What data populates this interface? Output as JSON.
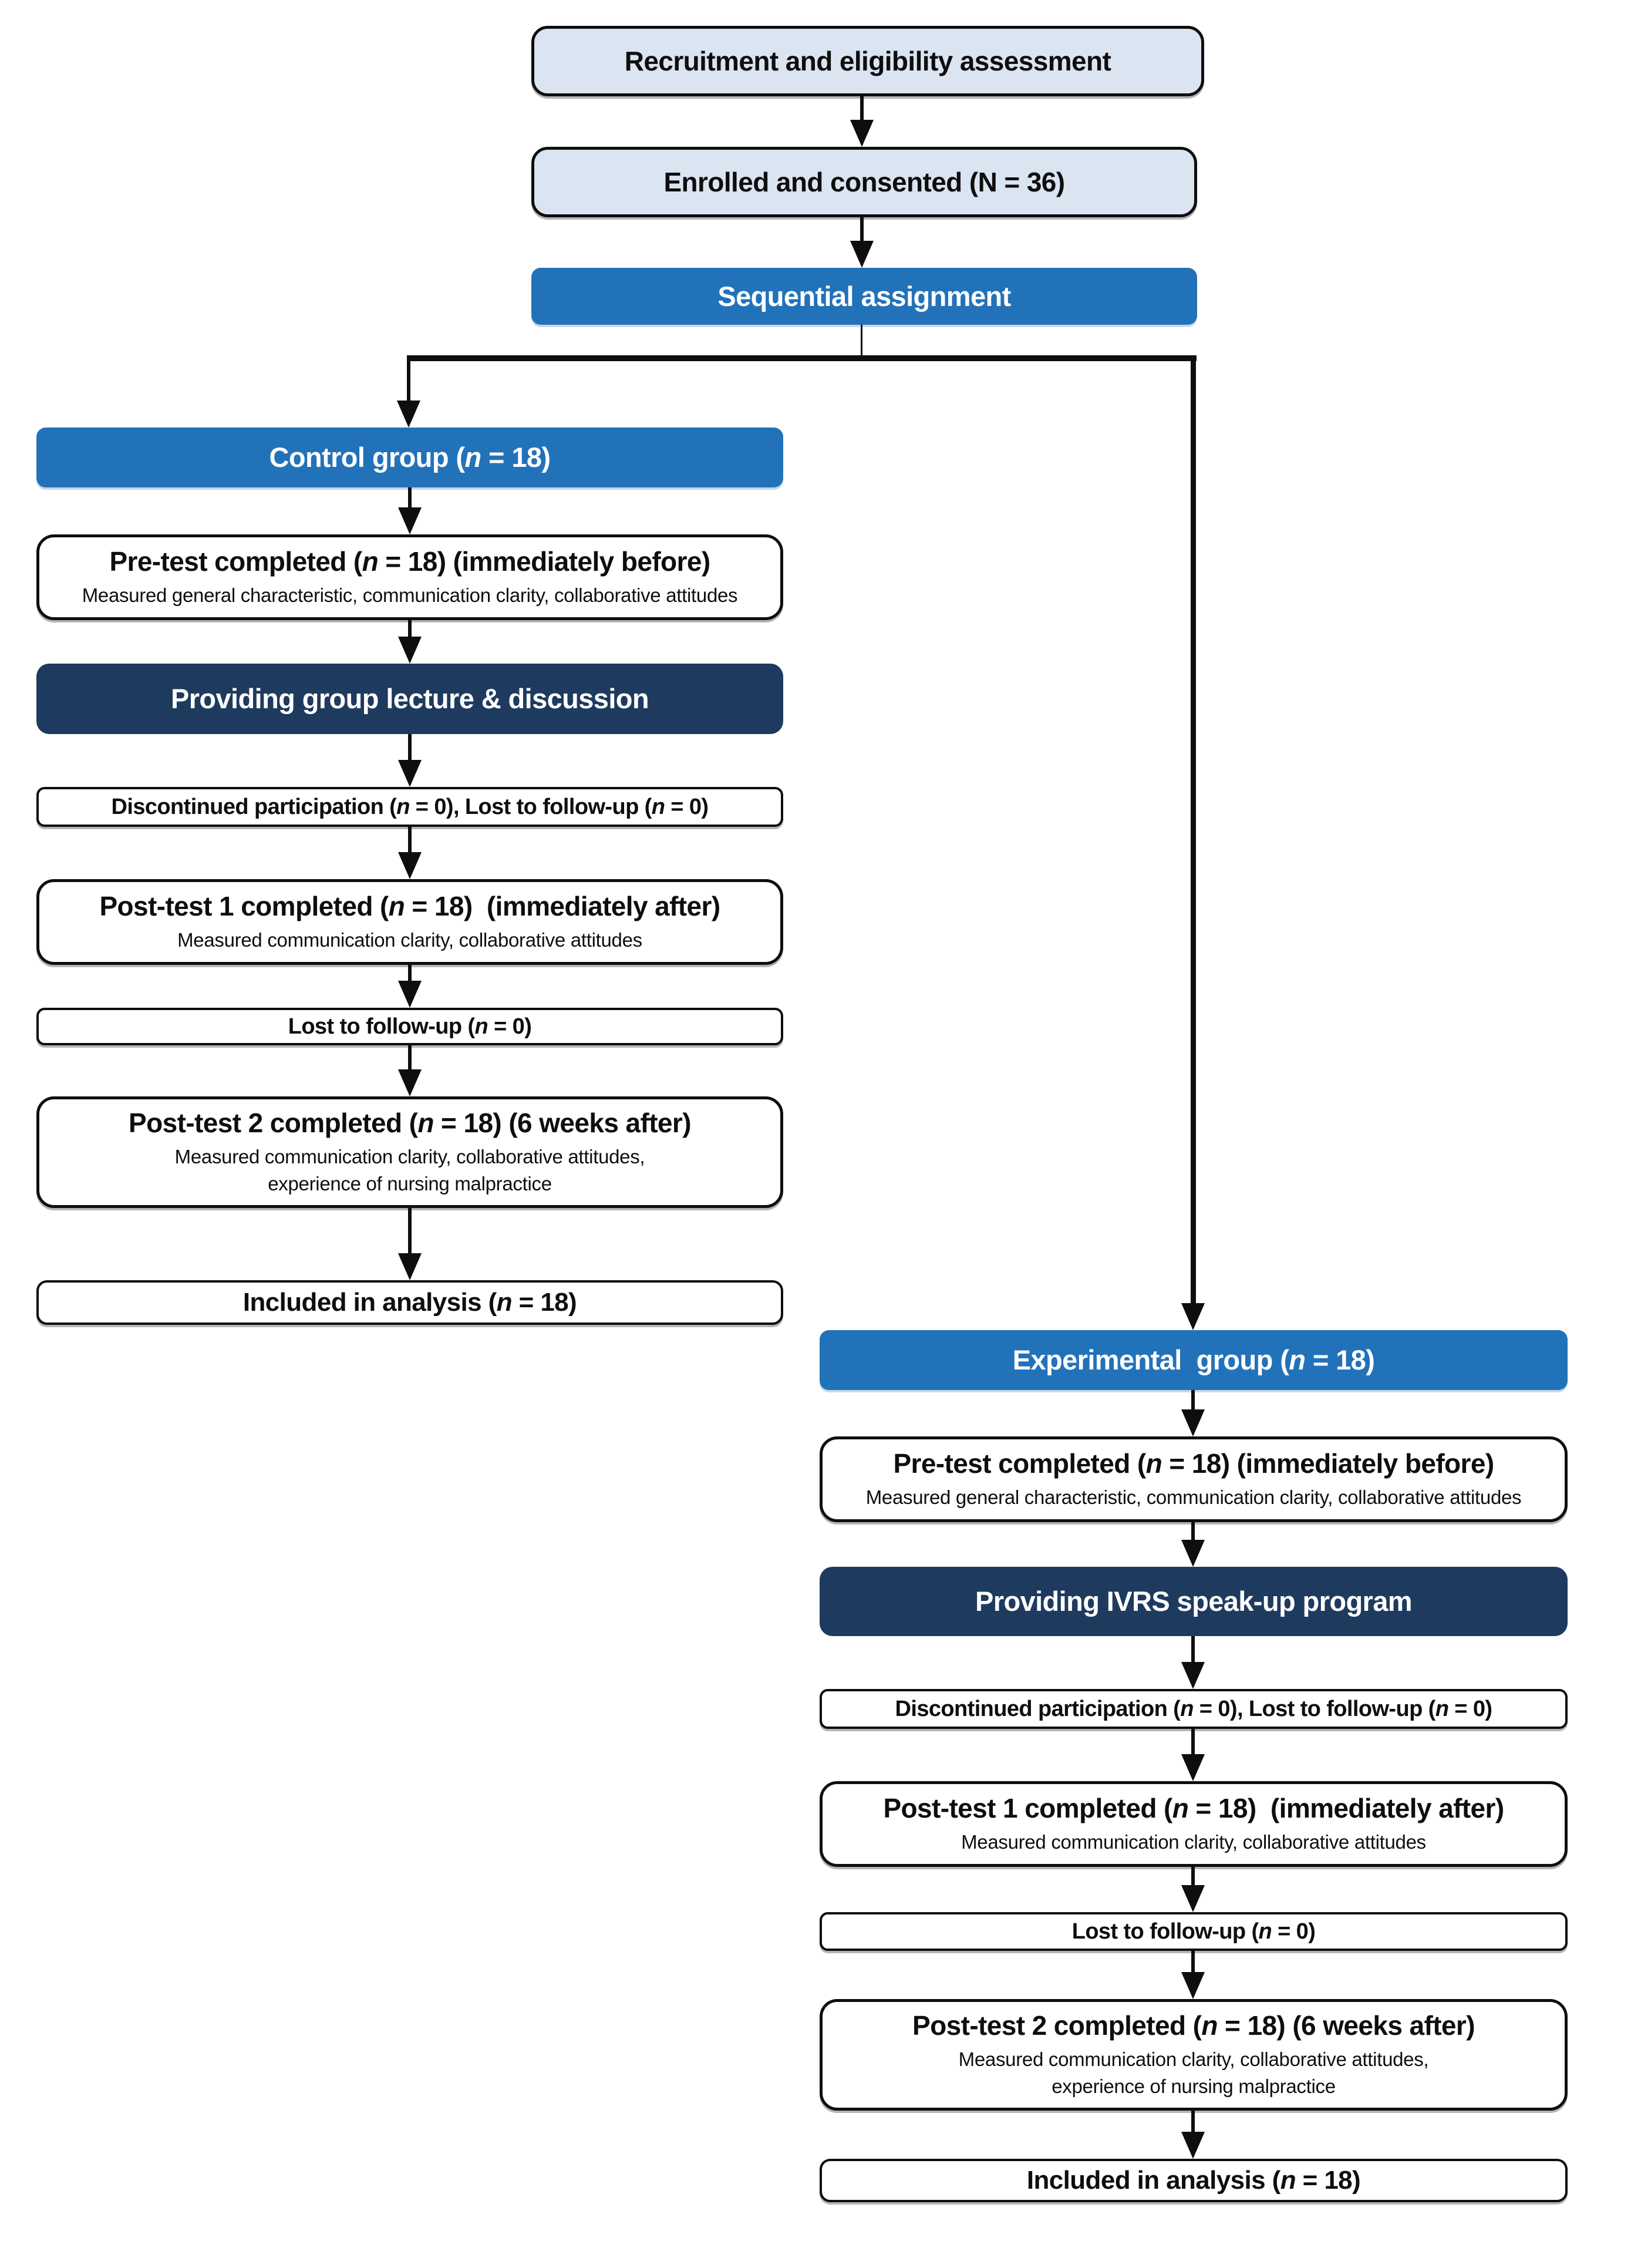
{
  "colors": {
    "light_blue": "#dbe4f1",
    "mid_blue": "#2272b9",
    "navy": "#1e3a5e",
    "ink": "#0e0e0e"
  },
  "top": {
    "recruitment": {
      "text_parts": [
        "Recruitment and eligibility assessment"
      ]
    },
    "enrolled": {
      "text_parts": [
        "Enrolled and consented (N = 36)"
      ]
    },
    "assignment": {
      "text_parts": [
        "Sequential assignment"
      ]
    }
  },
  "left_column": {
    "group_header": {
      "text_parts": [
        "Control group (",
        "n",
        " = 18)"
      ]
    },
    "pretest": {
      "title_parts": [
        "Pre-test completed (",
        "n",
        " = 18) (immediately before)"
      ],
      "subtitle": "Measured general characteristic, communication clarity, collaborative attitudes"
    },
    "intervention": {
      "text_parts": [
        "Providing group lecture & discussion"
      ]
    },
    "discontinued": {
      "text_parts": [
        "Discontinued participation (",
        "n",
        " = 0), Lost to follow-up (",
        "n",
        " = 0)"
      ]
    },
    "posttest1": {
      "title_parts": [
        "Post-test 1 completed (",
        "n",
        " = 18)  (immediately after)"
      ],
      "subtitle": "Measured communication clarity, collaborative attitudes"
    },
    "lost_followup": {
      "text_parts": [
        "Lost to follow-up (",
        "n",
        " = 0)"
      ]
    },
    "posttest2": {
      "title_parts": [
        "Post-test 2 completed (",
        "n",
        " = 18) (6 weeks after)"
      ],
      "subtitle_lines": [
        "Measured communication clarity, collaborative attitudes,",
        "experience of nursing malpractice"
      ]
    },
    "included": {
      "text_parts": [
        "Included in analysis (",
        "n",
        " = 18)"
      ]
    }
  },
  "right_column": {
    "group_header": {
      "text_parts": [
        "Experimental  group (",
        "n",
        " = 18)"
      ]
    },
    "pretest": {
      "title_parts": [
        "Pre-test completed (",
        "n",
        " = 18) (immediately before)"
      ],
      "subtitle": "Measured general characteristic, communication clarity, collaborative attitudes"
    },
    "intervention": {
      "text_parts": [
        "Providing IVRS speak-up program"
      ]
    },
    "discontinued": {
      "text_parts": [
        "Discontinued participation (",
        "n",
        " = 0), Lost to follow-up (",
        "n",
        " = 0)"
      ]
    },
    "posttest1": {
      "title_parts": [
        "Post-test 1 completed (",
        "n",
        " = 18)  (immediately after)"
      ],
      "subtitle": "Measured communication clarity, collaborative attitudes"
    },
    "lost_followup": {
      "text_parts": [
        "Lost to follow-up (",
        "n",
        " = 0)"
      ]
    },
    "posttest2": {
      "title_parts": [
        "Post-test 2 completed (",
        "n",
        " = 18) (6 weeks after)"
      ],
      "subtitle_lines": [
        "Measured communication clarity, collaborative attitudes,",
        "experience of nursing malpractice"
      ]
    },
    "included": {
      "text_parts": [
        "Included in analysis (",
        "n",
        " = 18)"
      ]
    }
  }
}
